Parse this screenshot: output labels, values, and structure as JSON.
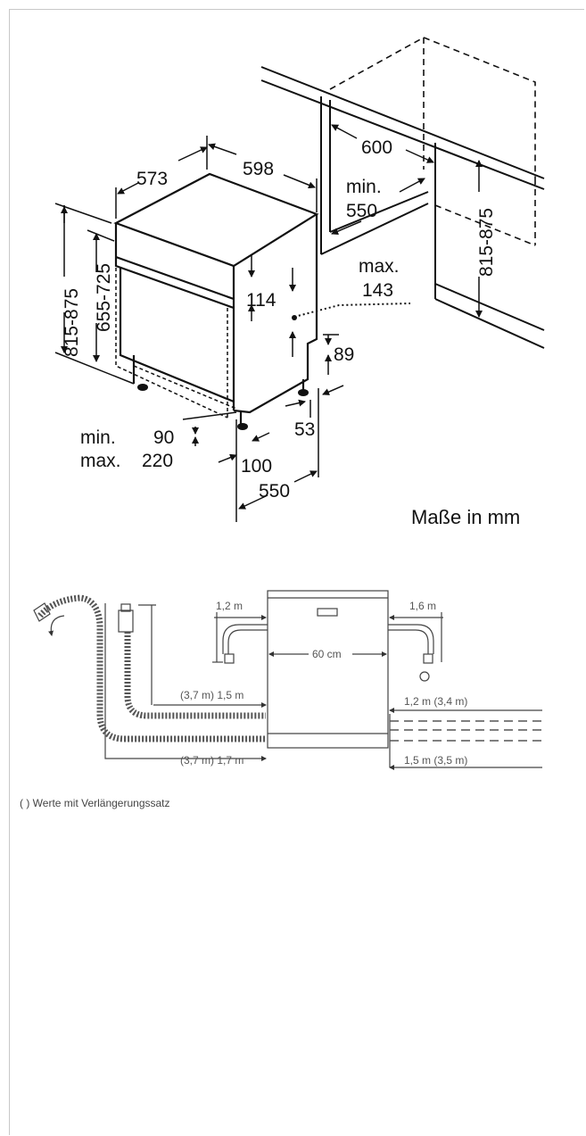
{
  "dims": {
    "depth": "573",
    "width": "598",
    "niche_width": "600",
    "niche_depth_min_label": "min.",
    "niche_depth_min": "550",
    "height_total": "815-875",
    "height_body": "655-725",
    "height_niche": "815-875",
    "panel": "114",
    "panel_max_label": "max.",
    "panel_max": "143",
    "foot_gap": "89",
    "foot_offset": "53",
    "plinth_min_label": "min.",
    "plinth_min": "90",
    "plinth_max_label": "max.",
    "plinth_max": "220",
    "recess": "100",
    "base_depth": "550"
  },
  "unit_note": "Maße in mm",
  "connections": {
    "left_cable": "1,2 m",
    "right_cable": "1,6 m",
    "appliance_width": "60 cm",
    "drain_hose": "(3,7 m) 1,5 m",
    "inlet_hose_left": "(3,7 m) 1,7 m",
    "right_upper": "1,2 m (3,4 m)",
    "right_lower": "1,5 m (3,5 m)"
  },
  "footnote": "( ) Werte mit Verlängerungssatz"
}
